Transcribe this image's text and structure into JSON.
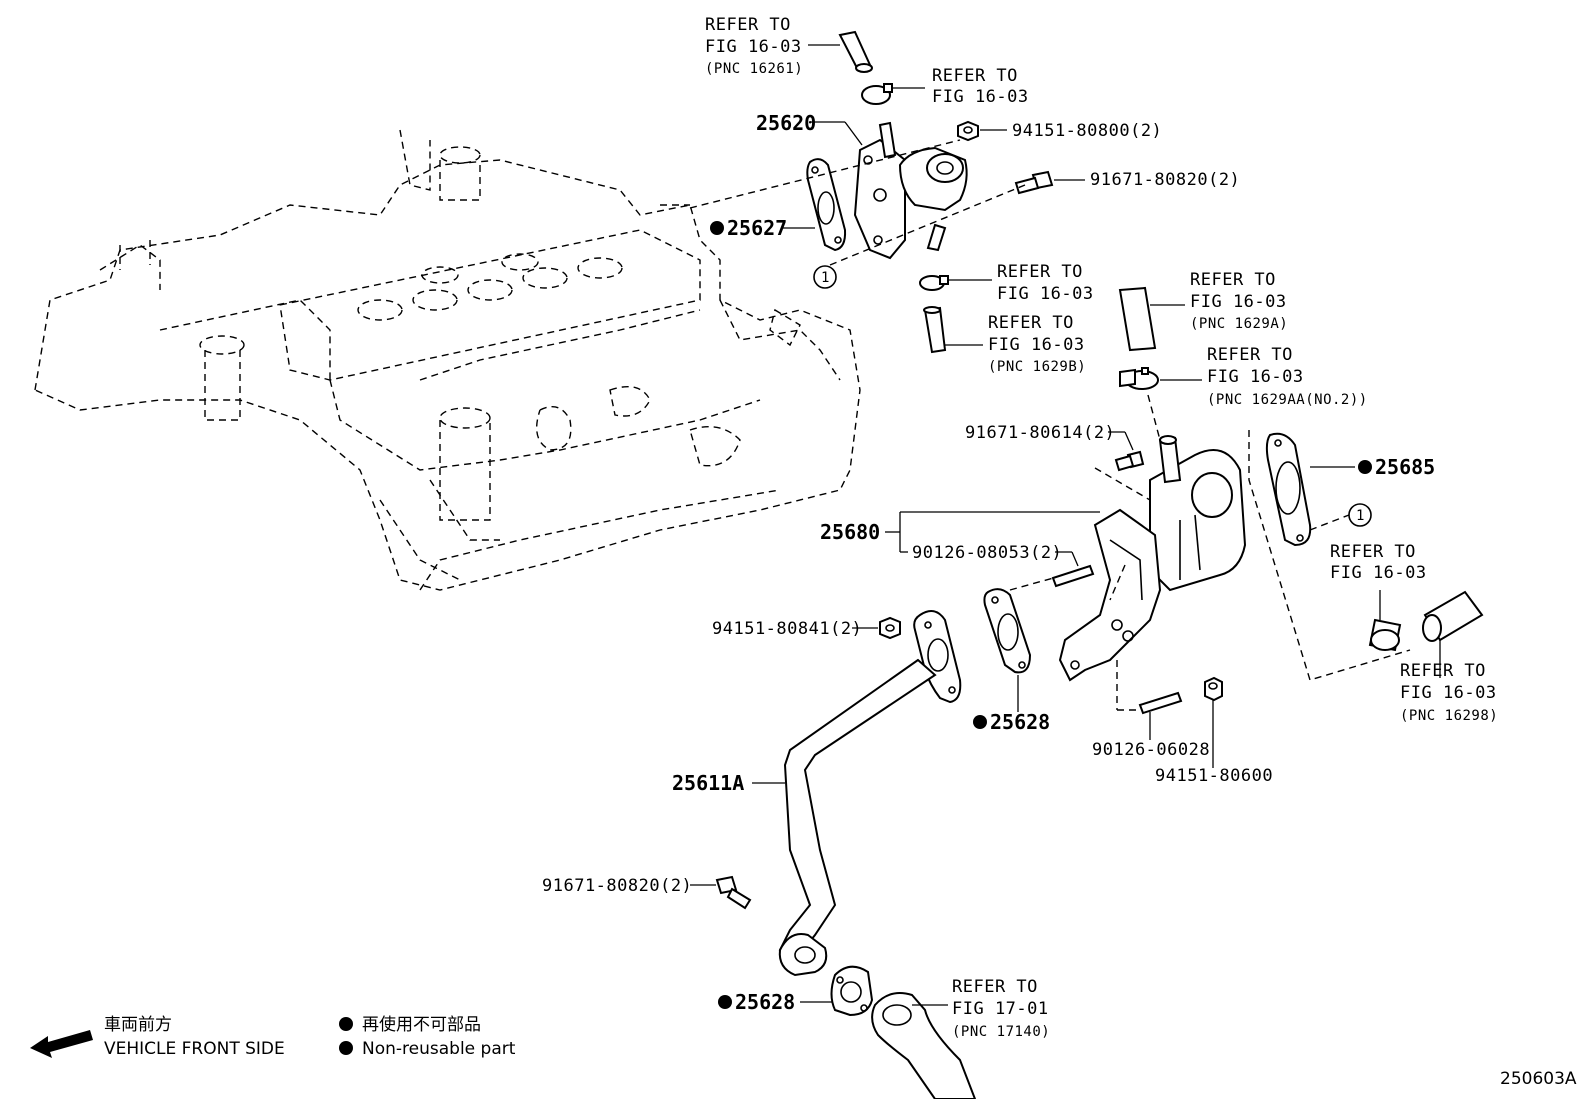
{
  "callouts": {
    "hose_top": {
      "line1": "REFER TO",
      "line2": "FIG 16-03",
      "pnc": "(PNC 16261)"
    },
    "clamp_top": {
      "line1": "REFER TO",
      "line2": "FIG 16-03"
    },
    "part_25620": "25620",
    "nut_94151_80800": "94151-80800(2)",
    "bolt_91671_80820_top": "91671-80820(2)",
    "gasket_25627": "25627",
    "clamp_mid": {
      "line1": "REFER TO",
      "line2": "FIG 16-03"
    },
    "hose_1629b": {
      "line1": "REFER TO",
      "line2": "FIG 16-03",
      "pnc": "(PNC 1629B)"
    },
    "hose_1629a": {
      "line1": "REFER TO",
      "line2": "FIG 16-03",
      "pnc": "(PNC 1629A)"
    },
    "clamp_1629aa": {
      "line1": "REFER TO",
      "line2": "FIG 16-03",
      "pnc": "(PNC 1629AA(NO.2))"
    },
    "bolt_91671_80614": "91671-80614(2)",
    "gasket_25685": "25685",
    "part_25680": "25680",
    "stud_90126_08053": "90126-08053(2)",
    "clamp_right": {
      "line1": "REFER TO",
      "line2": "FIG 16-03"
    },
    "hose_16298": {
      "line1": "REFER TO",
      "line2": "FIG 16-03",
      "pnc": "(PNC 16298)"
    },
    "nut_94151_80841": "94151-80841(2)",
    "gasket_25628_upper": "25628",
    "stud_90126_06028": "90126-06028",
    "nut_94151_80600": "94151-80600",
    "pipe_25611a": "25611A",
    "bolt_91671_80820_low": "91671-80820(2)",
    "gasket_25628_lower": "25628",
    "exhaust_ref": {
      "line1": "REFER TO",
      "line2": "FIG 17-01",
      "pnc": "(PNC 17140)"
    },
    "circle_ref": "1"
  },
  "legend": {
    "direction_jp": "車両前方",
    "direction_en": "VEHICLE FRONT SIDE",
    "nonreusable_jp": "再使用不可部品",
    "nonreusable_en": "Non-reusable part"
  },
  "figure_id": "250603A"
}
